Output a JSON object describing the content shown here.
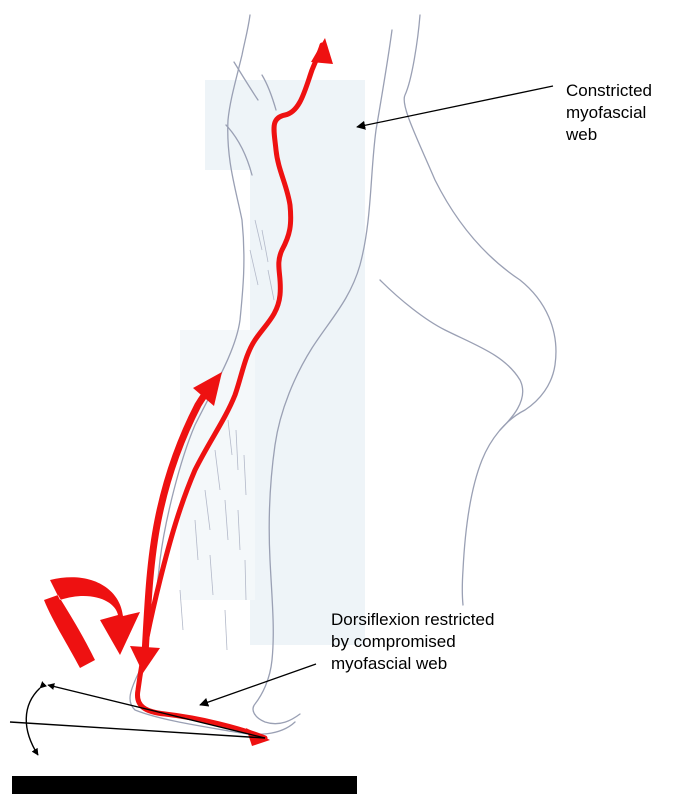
{
  "labels": {
    "top": {
      "line1": "Constricted",
      "line2": "myofascial",
      "line3": "web"
    },
    "bottom": {
      "line1": "Dorsiflexion restricted",
      "line2": "by compromised",
      "line3": "myofascial web"
    }
  },
  "colors": {
    "tension_line": "#ee1111",
    "outline": "#9aa0b4",
    "shading": "#eef4f8",
    "ink": "#000000"
  },
  "icons": [
    "curved-rotation-arrow-icon",
    "double-headed-arrow-icon",
    "angle-arc-icon"
  ]
}
